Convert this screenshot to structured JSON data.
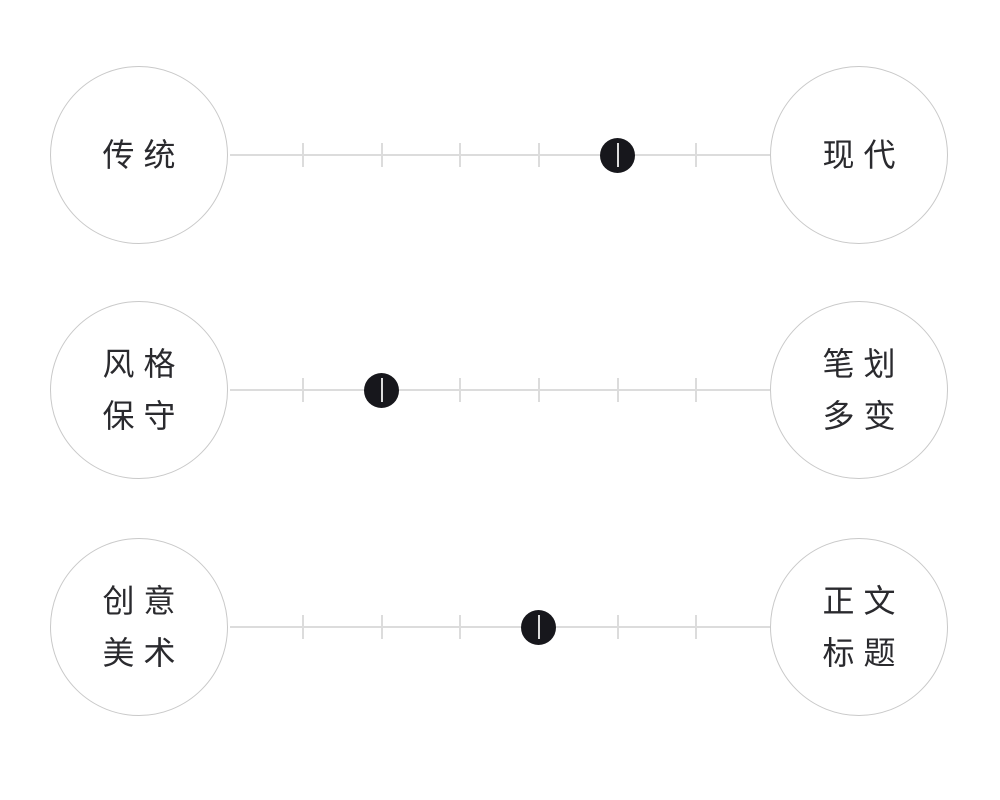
{
  "panel": {
    "kind": "semantic-differential-sliders",
    "background": "#ffffff"
  },
  "colors": {
    "circle_border": "#c9c9c9",
    "track": "#dcdcdc",
    "tick": "#dcdcdc",
    "handle": "#17171c",
    "label_text": "#2a2a2e"
  },
  "sliders": [
    {
      "left_lines": [
        "传统"
      ],
      "right_lines": [
        "现代"
      ],
      "tick_count": 6,
      "value": 5
    },
    {
      "left_lines": [
        "风格",
        "保守"
      ],
      "right_lines": [
        "笔划",
        "多变"
      ],
      "tick_count": 6,
      "value": 2
    },
    {
      "left_lines": [
        "创意",
        "美术"
      ],
      "right_lines": [
        "正文",
        "标题"
      ],
      "tick_count": 6,
      "value": 4
    }
  ]
}
